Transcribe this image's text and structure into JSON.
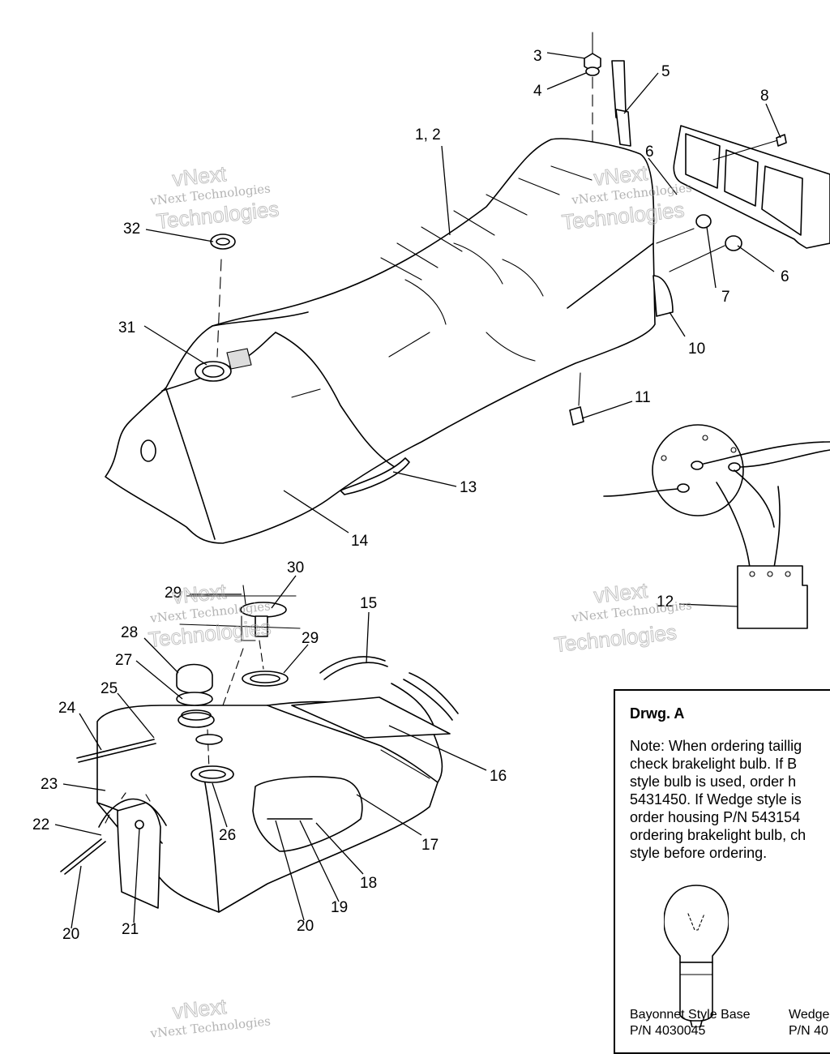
{
  "callouts": {
    "c1_2": "1, 2",
    "c3": "3",
    "c4": "4",
    "c5": "5",
    "c6a": "6",
    "c6b": "6",
    "c7": "7",
    "c8": "8",
    "c10": "10",
    "c11": "11",
    "c12": "12",
    "c13": "13",
    "c14": "14",
    "c15": "15",
    "c16": "16",
    "c17": "17",
    "c18": "18",
    "c19": "19",
    "c20a": "20",
    "c20b": "20",
    "c21": "21",
    "c22": "22",
    "c23": "23",
    "c24": "24",
    "c25": "25",
    "c26": "26",
    "c27": "27",
    "c28": "28",
    "c29a": "29",
    "c29b": "29",
    "c30": "30",
    "c31": "31",
    "c32": "32"
  },
  "watermark": {
    "line1": "vNext",
    "line2": "vNext Technologies",
    "line3": "Technologies"
  },
  "note": {
    "title": "Drwg. A",
    "text": "Note: When ordering taillig\ncheck brakelight bulb.  If B\nstyle bulb is  used, order h\n5431450.  If Wedge style is\norder housing P/N 543154\nordering brakelight bulb, ch\nstyle before ordering.",
    "bayonet_label": "Bayonnet Style Base",
    "bayonet_pn": "P/N 4030045",
    "wedge_label": "Wedge",
    "wedge_pn": "P/N 40"
  }
}
